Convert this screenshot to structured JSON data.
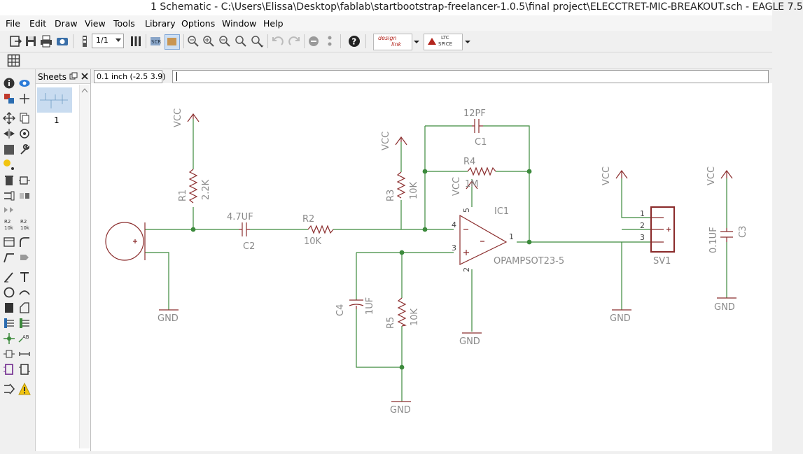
{
  "window": {
    "title": "1 Schematic - C:\\Users\\Elissa\\Desktop\\fablab\\startbootstrap-freelancer-1.0.5\\final project\\ELECCTRET-MIC-BREAKOUT.sch - EAGLE 7.5"
  },
  "menu": {
    "file": "File",
    "edit": "Edit",
    "draw": "Draw",
    "view": "View",
    "tools": "Tools",
    "library": "Library",
    "options": "Options",
    "window": "Window",
    "help": "Help"
  },
  "toolbar": {
    "zoom_select": "1/1",
    "designlink_line1": "design",
    "designlink_line2": "link",
    "ltc_line1": "LTC",
    "ltc_line2": "SPICE"
  },
  "sheets": {
    "label": "Sheets",
    "sheet_number": "1"
  },
  "command": {
    "coordinate": "0.1 inch (-2.5 3.9)",
    "input_value": ""
  },
  "left_tools": {
    "r2_label": "R2",
    "r2_value": "10k"
  },
  "schematic": {
    "colors": {
      "net": "#3c8a3c",
      "part": "#8b2d2d",
      "label": "#8a8a8a",
      "pin": "#444444"
    },
    "vcc_label": "VCC",
    "gnd_label": "GND",
    "r1_name": "R1",
    "r1_value": "2.2K",
    "c2_name": "C2",
    "c2_value": "4.7UF",
    "r2_name": "R2",
    "r2_value": "10K",
    "r3_name": "R3",
    "r3_value": "10K",
    "c1_name": "C1",
    "c1_value": "12PF",
    "r4_name": "R4",
    "r4_value": "1M",
    "ic1_name": "IC1",
    "ic1_value": "OPAMPSOT23-5",
    "c4_name": "C4",
    "c4_value": "1UF",
    "r5_name": "R5",
    "r5_value": "10K",
    "sv1_name": "SV1",
    "c3_name": "C3",
    "c3_value": "0.1UF",
    "pin1": "1",
    "pin2": "2",
    "pin3": "3",
    "pin4": "4",
    "pin5": "5",
    "plus": "+",
    "minus": "−"
  }
}
